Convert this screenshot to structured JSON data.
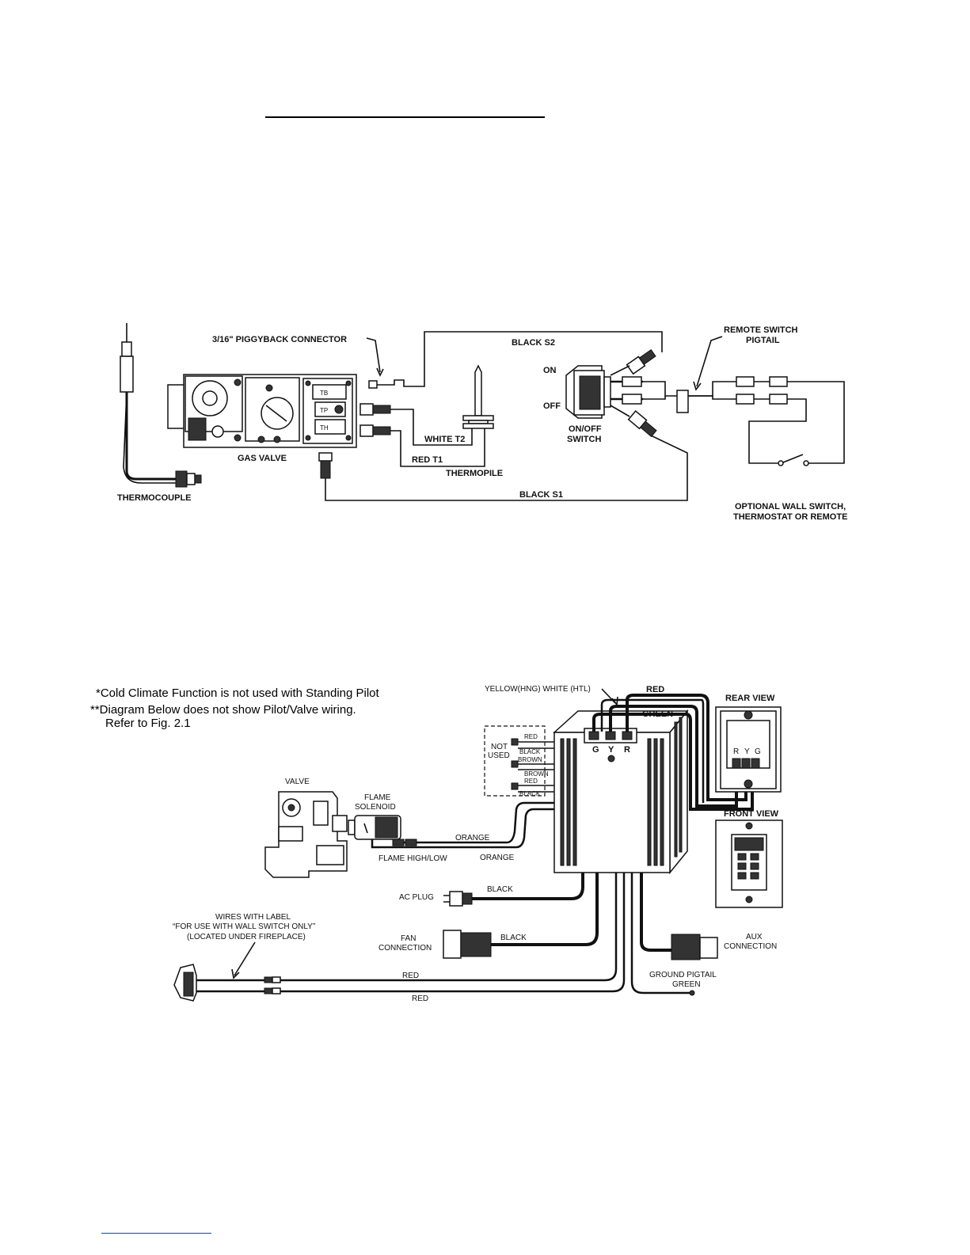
{
  "fig1": {
    "labels": {
      "piggyback": "3/16\" PIGGYBACK CONNECTOR",
      "black_s2": "BLACK S2",
      "remote_pigtail_1": "REMOTE SWITCH",
      "remote_pigtail_2": "PIGTAIL",
      "on": "ON",
      "off": "OFF",
      "switch_1": "ON/OFF",
      "switch_2": "SWITCH",
      "white_t2": "WHITE T2",
      "red_t1": "RED T1",
      "thermopile": "THERMOPILE",
      "gas_valve": "GAS VALVE",
      "thermocouple": "THERMOCOUPLE",
      "black_s1": "BLACK S1",
      "optional_1": "OPTIONAL WALL SWITCH,",
      "optional_2": "THERMOSTAT OR REMOTE",
      "tb": "TB",
      "tp": "TP",
      "th": "TH"
    }
  },
  "fig2": {
    "notes": {
      "line1": "*Cold  Climate Function is not used with Standing Pilot",
      "line2": "**Diagram Below does not show Pilot/Valve wiring.",
      "line3": "Refer to Fig. 2.1"
    },
    "labels": {
      "yellow_white": "YELLOW(HNG)  WHITE (HTL)",
      "red_top": "RED",
      "green_top": "GREEN",
      "rear_view": "REAR VIEW",
      "front_view": "FRONT VIEW",
      "not_used_1": "NOT",
      "not_used_2": "USED",
      "w_red1": "RED",
      "w_black1": "BLACK",
      "w_brown1": "BROWN",
      "w_brown2": "BROWN",
      "w_red2": "RED",
      "w_black2": "BLACK",
      "term_g": "G",
      "term_y": "Y",
      "term_r": "R",
      "rear_r": "R",
      "rear_y": "Y",
      "rear_g": "G",
      "valve": "VALVE",
      "flame_sol_1": "FLAME",
      "flame_sol_2": "SOLENOID",
      "orange1": "ORANGE",
      "orange2": "ORANGE",
      "flame_hl": "FLAME HIGH/LOW",
      "ac_plug": "AC PLUG",
      "black_ac": "BLACK",
      "wires_1": "WIRES WITH LABEL",
      "wires_2": "“FOR USE WITH WALL SWITCH ONLY”",
      "wires_3": "(LOCATED UNDER FIREPLACE)",
      "fan_1": "FAN",
      "fan_2": "CONNECTION",
      "black_fan": "BLACK",
      "aux_1": "AUX",
      "aux_2": "CONNECTION",
      "ground_1": "GROUND PIGTAIL",
      "ground_2": "GREEN",
      "red_a": "RED",
      "red_b": "RED"
    }
  }
}
